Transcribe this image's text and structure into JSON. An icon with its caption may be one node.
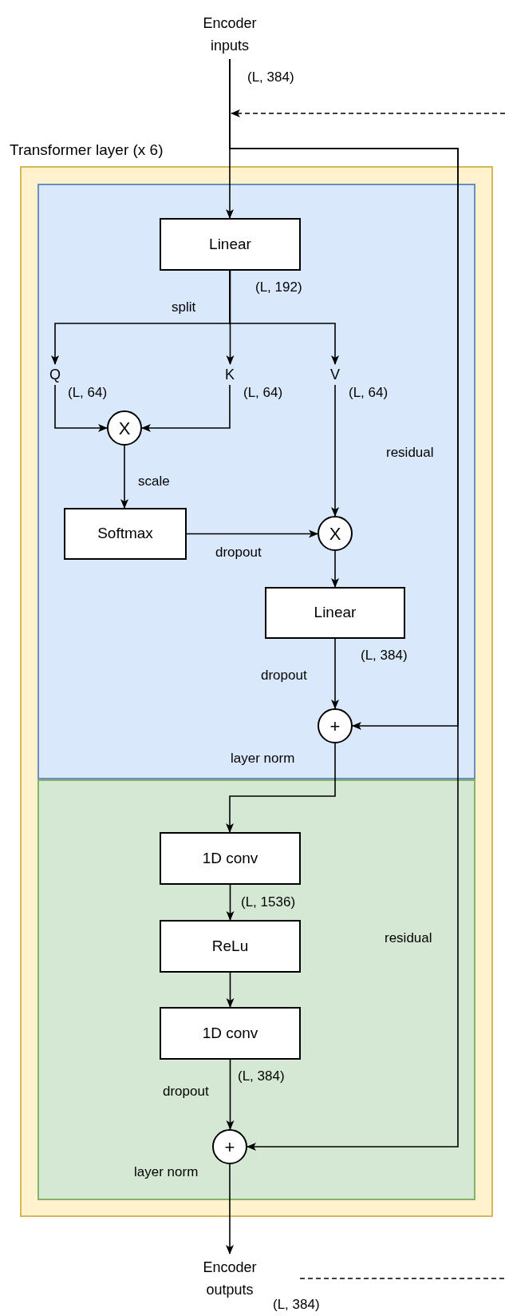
{
  "diagram": {
    "nodes": [
      {
        "text": [
          "Encoder inputs"
        ]
      },
      {
        "text": [
          "Transformer layer (x 6)"
        ]
      },
      {
        "text": [],
        "shape": "box",
        "in": 1
      },
      {
        "text": [],
        "shape": "box",
        "in": 1
      },
      {
        "text": [
          "Linear"
        ],
        "in": 2
      },
      {
        "text": [
          "Q"
        ],
        "in": 2
      },
      {
        "text": [
          "K"
        ],
        "in": 2
      },
      {
        "text": [
          "V"
        ],
        "in": 2
      },
      {
        "text": [
          "X"
        ],
        "in": 2
      },
      {
        "text": [
          "Softmax"
        ],
        "in": 2
      },
      {
        "text": [
          "X"
        ],
        "in": 2
      },
      {
        "text": [
          "Linear"
        ],
        "in": 2,
        "beside": [
          "(L, 384)"
        ]
      },
      {
        "text": [
          "+"
        ],
        "in": 2
      },
      {
        "text": [
          "1D conv"
        ],
        "in": 3
      },
      {
        "text": [
          "ReLu"
        ],
        "in": 3
      },
      {
        "text": [
          "1D conv"
        ],
        "in": 3,
        "beside": [
          "(L, 384)"
        ]
      },
      {
        "text": [
          "+"
        ],
        "in": 3
      },
      {
        "text": [
          "Encoder outputs"
        ],
        "beside": [
          "(L, 384)"
        ]
      }
    ],
    "edges": [
      {
        "from": 0,
        "to": 4,
        "arrow": "to",
        "label": "(L, 384)"
      },
      {
        "from": 0,
        "to": 12,
        "arrow": "to",
        "label": "residual"
      },
      {
        "from": 0,
        "to": 16,
        "arrow": "to",
        "label": "residual"
      },
      {
        "from": 4,
        "to": 5,
        "arrow": "to",
        "label": "split"
      },
      {
        "from": 4,
        "to": 6,
        "arrow": "to",
        "label": "(L, 192)"
      },
      {
        "from": 4,
        "to": 7,
        "arrow": "to"
      },
      {
        "from": 5,
        "to": 8,
        "arrow": "to",
        "label": "(L, 64)"
      },
      {
        "from": 6,
        "to": 8,
        "arrow": "to",
        "label": "(L, 64)"
      },
      {
        "from": 7,
        "to": 10,
        "arrow": "to",
        "label": "(L, 64)"
      },
      {
        "from": 8,
        "to": 9,
        "arrow": "to",
        "label": "scale"
      },
      {
        "from": 9,
        "to": 10,
        "arrow": "to",
        "label": "dropout"
      },
      {
        "from": 10,
        "to": 11,
        "arrow": "to"
      },
      {
        "from": 11,
        "to": 12,
        "arrow": "to",
        "label": "dropout"
      },
      {
        "from": 12,
        "to": 13,
        "arrow": "to",
        "label": "layer norm"
      },
      {
        "from": 13,
        "to": 14,
        "arrow": "to",
        "label": "(L, 1536)"
      },
      {
        "from": 14,
        "to": 15,
        "arrow": "to"
      },
      {
        "from": 15,
        "to": 16,
        "arrow": "to",
        "label": "dropout"
      },
      {
        "from": 16,
        "to": 17,
        "arrow": "to",
        "label": "layer norm"
      }
    ]
  }
}
